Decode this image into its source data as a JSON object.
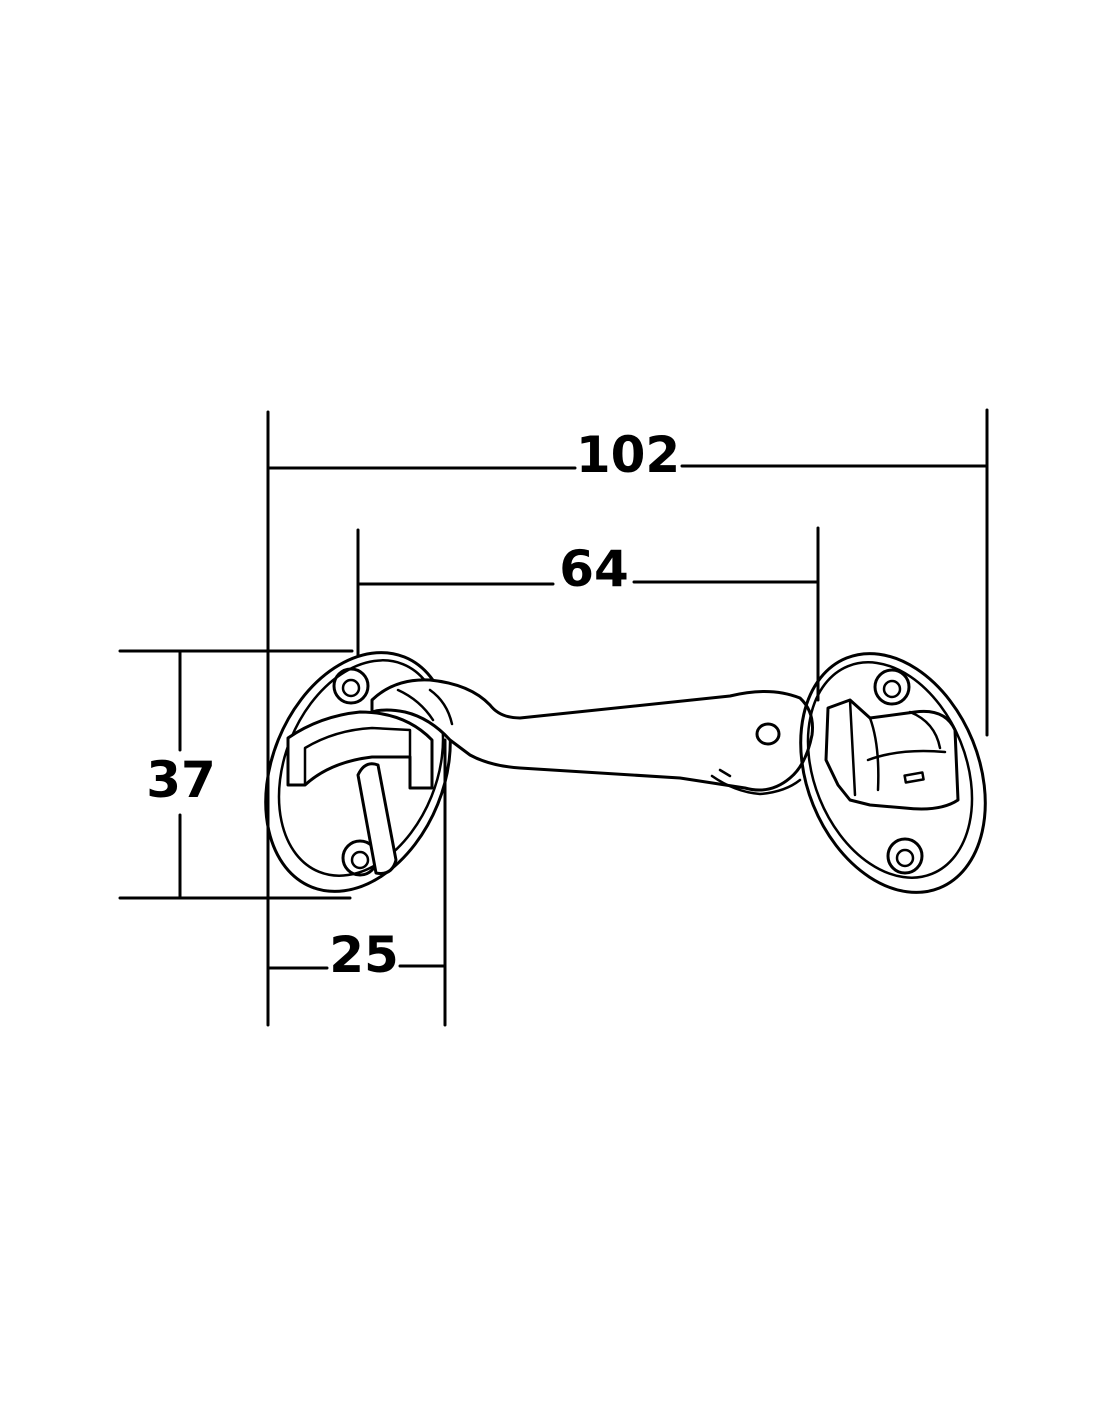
{
  "dimensions": {
    "overall_length": "102",
    "hole_spacing": "64",
    "height": "37",
    "plate_width": "25"
  }
}
